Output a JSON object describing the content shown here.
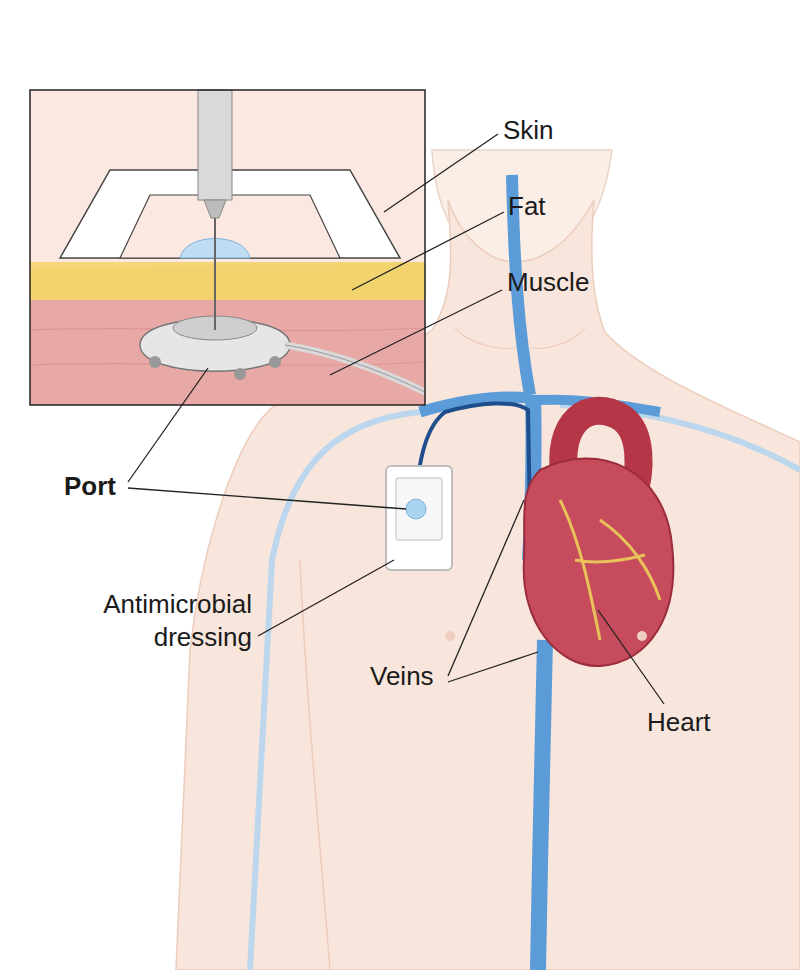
{
  "diagram": {
    "labels": [
      "Skin",
      "Fat",
      "Muscle",
      "Port",
      "Antimicrobial dressing",
      "Veins",
      "Heart"
    ]
  }
}
